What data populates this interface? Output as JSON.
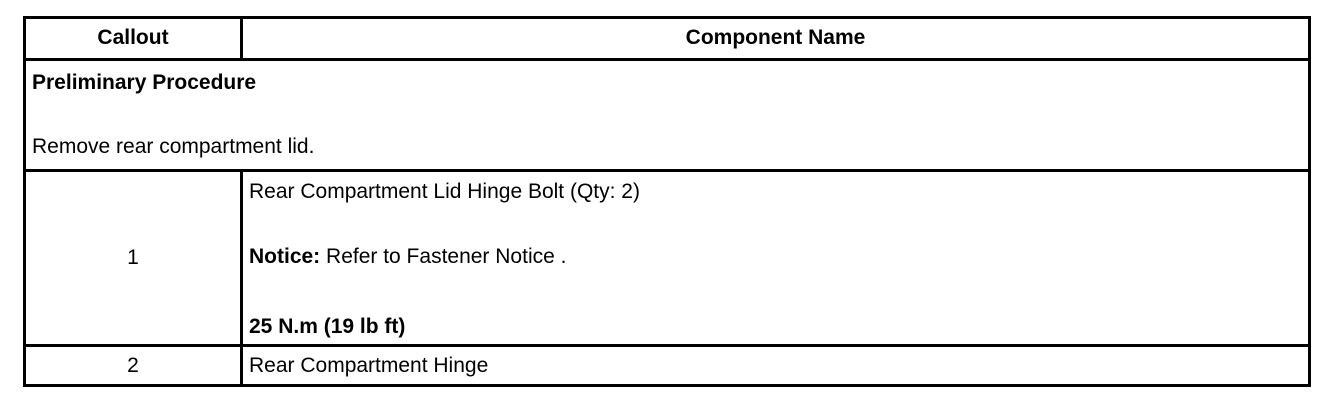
{
  "table": {
    "headers": {
      "callout": "Callout",
      "component_name": "Component Name"
    },
    "preliminary": {
      "title": "Preliminary Procedure",
      "step": "Remove rear compartment lid."
    },
    "rows": [
      {
        "callout": "1",
        "component": "Rear Compartment Lid Hinge Bolt (Qty: 2)",
        "notice_label": "Notice:",
        "notice_text": " Refer to Fastener Notice .",
        "torque": "25 N.m (19 lb ft)"
      },
      {
        "callout": "2",
        "component": "Rear Compartment Hinge"
      }
    ]
  }
}
